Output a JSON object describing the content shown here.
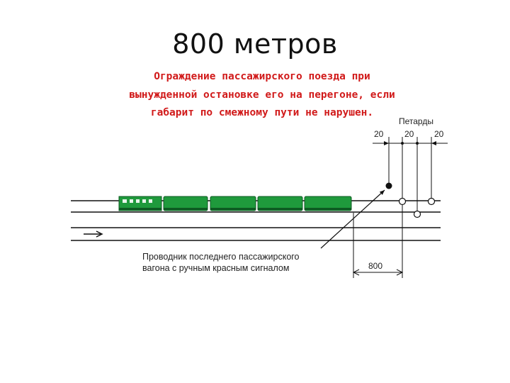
{
  "slide": {
    "title": "800 метров"
  },
  "caption": {
    "line1": "Ограждение пассажирского поезда при",
    "line2": "вынужденной остановке его на перегоне, если",
    "line3": "габарит по смежному пути не нарушен."
  },
  "scheme": {
    "petards_label": "Петарды",
    "spacing_1": "20",
    "spacing_2": "20",
    "spacing_3": "20",
    "distance_label": "800",
    "conductor_note_line1": "Проводник последнего пассажирского",
    "conductor_note_line2": "вагона с ручным красным сигналом",
    "colors": {
      "caption_red": "#d11a1a",
      "train_green": "#1f9a3c",
      "rail_black": "#111111"
    }
  }
}
